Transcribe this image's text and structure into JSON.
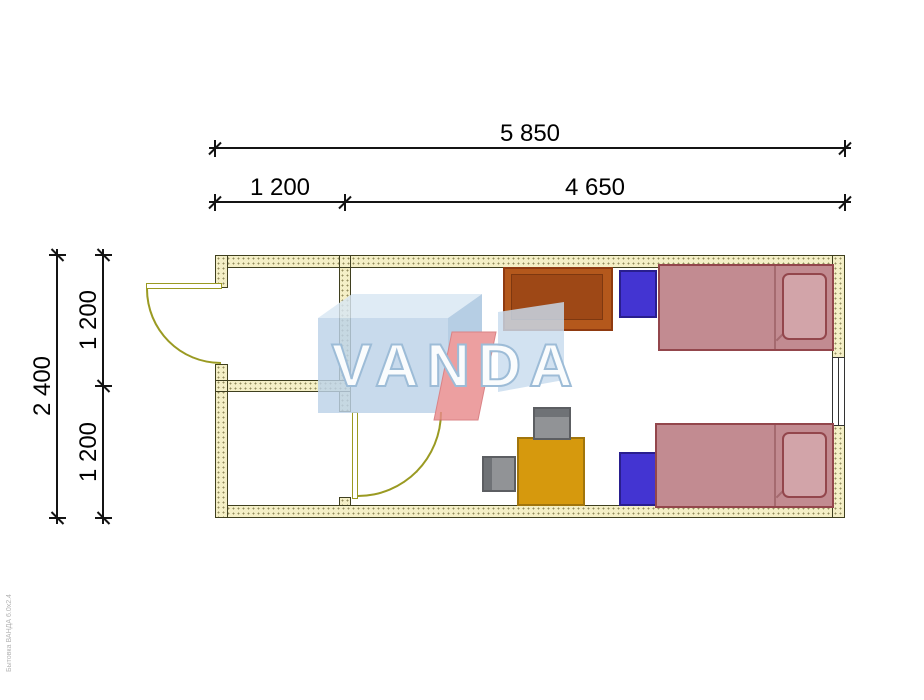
{
  "dims": {
    "total_width": "5 850",
    "entry_width": "1 200",
    "room_width": "4 650",
    "total_depth": "2 400",
    "depth_top": "1 200",
    "depth_bottom": "1 200"
  },
  "watermark": {
    "text": "VANDA"
  },
  "fine_print": "Бытовка ВАНДА 6.0х2.4",
  "legend_colors": {
    "wall_hatch": "#f4efc6",
    "door": "#9a9a22",
    "bed": "#c28b91",
    "pillow": "#d2a4a9",
    "nightstand": "#4334d2",
    "wardrobe": "#b4581c",
    "table": "#d6990d",
    "chair": "#919396",
    "watermark_blue": "#bdd3e9",
    "watermark_red": "#e98a8c"
  }
}
